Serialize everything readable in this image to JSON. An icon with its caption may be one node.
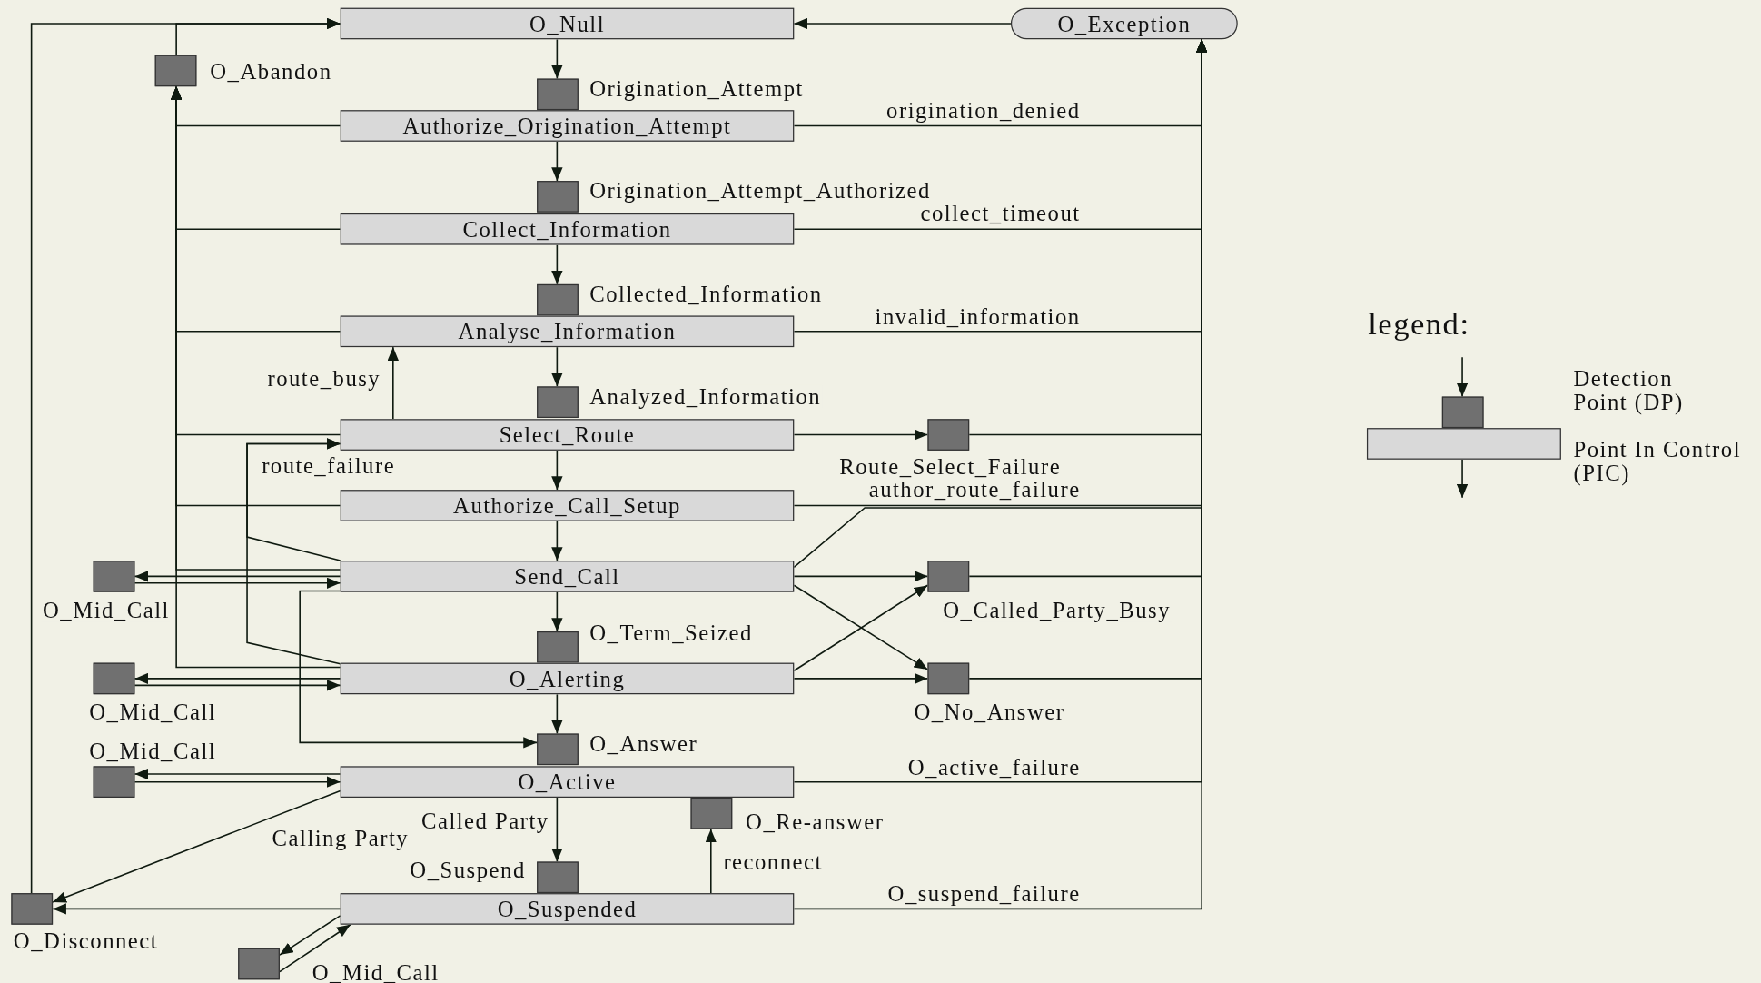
{
  "diagram": {
    "nodes": [
      {
        "text": [
          "O_Null"
        ]
      },
      {
        "text": [
          "O_Exception"
        ]
      },
      {
        "text": [
          "O_Abandon"
        ]
      },
      {
        "text": [
          "Origination_Attempt"
        ]
      },
      {
        "text": [
          "Authorize_Origination_Attempt"
        ]
      },
      {
        "text": [
          "Origination_Attempt_Authorized"
        ]
      },
      {
        "text": [
          "Collect_Information"
        ]
      },
      {
        "text": [
          "Collected_Information"
        ]
      },
      {
        "text": [
          "Analyse_Information"
        ]
      },
      {
        "text": [
          "Analyzed_Information"
        ]
      },
      {
        "text": [
          "Select_Route"
        ]
      },
      {
        "text": [
          "Route_Select_Failure"
        ]
      },
      {
        "text": [
          "Authorize_Call_Setup"
        ]
      },
      {
        "text": [
          "O_Mid_Call"
        ]
      },
      {
        "text": [
          "Send_Call"
        ]
      },
      {
        "text": [
          "O_Called_Party_Busy"
        ]
      },
      {
        "text": [
          "O_Term_Seized"
        ]
      },
      {
        "text": [
          "O_Mid_Call"
        ]
      },
      {
        "text": [
          "O_Alerting"
        ]
      },
      {
        "text": [
          "O_No_Answer"
        ]
      },
      {
        "text": [
          "O_Answer"
        ]
      },
      {
        "text": [
          "O_Mid_Call"
        ]
      },
      {
        "text": [
          "O_Active"
        ]
      },
      {
        "text": [
          "O_Re-answer"
        ]
      },
      {
        "text": [
          "O_Suspend"
        ]
      },
      {
        "text": [
          "O_Disconnect"
        ]
      },
      {
        "text": [
          "O_Suspended"
        ]
      },
      {
        "text": [
          "O_Mid_Call"
        ]
      }
    ],
    "edges": [
      {
        "from": 1,
        "to": 0,
        "arrow": "to"
      },
      {
        "from": 0,
        "to": 3,
        "arrow": "to"
      },
      {
        "from": 4,
        "to": 5,
        "arrow": "to"
      },
      {
        "from": 6,
        "to": 7,
        "arrow": "to"
      },
      {
        "from": 8,
        "to": 9,
        "arrow": "to"
      },
      {
        "from": 10,
        "to": 12,
        "arrow": "to"
      },
      {
        "from": 12,
        "to": 14,
        "arrow": "to"
      },
      {
        "from": 14,
        "to": 16,
        "arrow": "to"
      },
      {
        "from": 18,
        "to": 20,
        "arrow": "to"
      },
      {
        "from": 22,
        "to": 24,
        "arrow": "to",
        "label": "Called Party"
      },
      {
        "from": 26,
        "to": 23,
        "arrow": "to",
        "label": "reconnect"
      },
      {
        "from": 4,
        "to": 1,
        "arrow": "to",
        "label": "origination_denied"
      },
      {
        "from": 6,
        "to": 1,
        "arrow": "to",
        "label": "collect_timeout"
      },
      {
        "from": 8,
        "to": 1,
        "arrow": "to",
        "label": "invalid_information"
      },
      {
        "from": 10,
        "to": 11,
        "arrow": "to"
      },
      {
        "from": 11,
        "to": 1,
        "arrow": "to"
      },
      {
        "from": 12,
        "to": 1,
        "arrow": "to",
        "label": "author_route_failure"
      },
      {
        "from": 14,
        "to": 1,
        "arrow": "to"
      },
      {
        "from": 14,
        "to": 15,
        "arrow": "to"
      },
      {
        "from": 14,
        "to": 19,
        "arrow": "to"
      },
      {
        "from": 18,
        "to": 15,
        "arrow": "to"
      },
      {
        "from": 18,
        "to": 19,
        "arrow": "to"
      },
      {
        "from": 15,
        "to": 1,
        "arrow": "to"
      },
      {
        "from": 19,
        "to": 1,
        "arrow": "to"
      },
      {
        "from": 22,
        "to": 1,
        "arrow": "to",
        "label": "O_active_failure"
      },
      {
        "from": 26,
        "to": 1,
        "arrow": "to",
        "label": "O_suspend_failure"
      },
      {
        "from": 4,
        "to": 2,
        "arrow": "to"
      },
      {
        "from": 6,
        "to": 2,
        "arrow": "to"
      },
      {
        "from": 8,
        "to": 2,
        "arrow": "to"
      },
      {
        "from": 10,
        "to": 2,
        "arrow": "to"
      },
      {
        "from": 12,
        "to": 2,
        "arrow": "to"
      },
      {
        "from": 14,
        "to": 2,
        "arrow": "to"
      },
      {
        "from": 18,
        "to": 2,
        "arrow": "to"
      },
      {
        "from": 2,
        "to": 0,
        "arrow": "to"
      },
      {
        "from": 10,
        "to": 8,
        "arrow": "to",
        "label": "route_busy"
      },
      {
        "from": 14,
        "to": 10,
        "arrow": "to",
        "label": "route_failure"
      },
      {
        "from": 18,
        "to": 10,
        "arrow": "to"
      },
      {
        "from": 13,
        "to": 14,
        "arrow": "to"
      },
      {
        "from": 14,
        "to": 13,
        "arrow": "to"
      },
      {
        "from": 17,
        "to": 18,
        "arrow": "to"
      },
      {
        "from": 18,
        "to": 17,
        "arrow": "to"
      },
      {
        "from": 21,
        "to": 22,
        "arrow": "to"
      },
      {
        "from": 22,
        "to": 21,
        "arrow": "to"
      },
      {
        "from": 27,
        "to": 26,
        "arrow": "to"
      },
      {
        "from": 26,
        "to": 27,
        "arrow": "to"
      },
      {
        "from": 14,
        "to": 20,
        "arrow": "to"
      },
      {
        "from": 22,
        "to": 25,
        "arrow": "to",
        "label": "Calling Party"
      },
      {
        "from": 26,
        "to": 25,
        "arrow": "to"
      },
      {
        "from": 25,
        "to": 0,
        "arrow": "to"
      }
    ],
    "labels": [
      "legend:"
    ],
    "legend": [
      {
        "text": "Detection Point (DP)",
        "color": "#707070"
      },
      {
        "text": "Point In Control (PIC)",
        "color": "#d9d9d9"
      }
    ]
  }
}
